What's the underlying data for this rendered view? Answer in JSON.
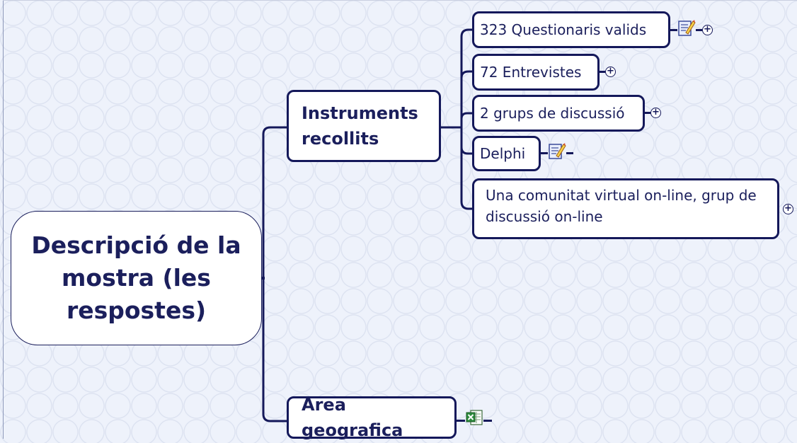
{
  "map": {
    "root": {
      "label": "Descripció de la mostra (les respostes)"
    },
    "branches": [
      {
        "label": "Instruments recollits",
        "children": [
          {
            "label": "323 Questionaris valids",
            "icon": "note-icon",
            "collapsed": true
          },
          {
            "label": "72 Entrevistes",
            "collapsed": true
          },
          {
            "label": "2 grups de discussió",
            "collapsed": true
          },
          {
            "label": "Delphi",
            "icon": "note-icon"
          },
          {
            "label": "Una comunitat virtual on-line, grup de discussió on-line",
            "collapsed": true
          }
        ]
      },
      {
        "label": "Area geografica",
        "icon": "excel-icon"
      }
    ]
  },
  "colors": {
    "line": "#14185a",
    "node_border": "#14185a",
    "background": "#eef2fb",
    "note_yellow": "#f4d24a",
    "excel_green": "#2c8a3c"
  }
}
